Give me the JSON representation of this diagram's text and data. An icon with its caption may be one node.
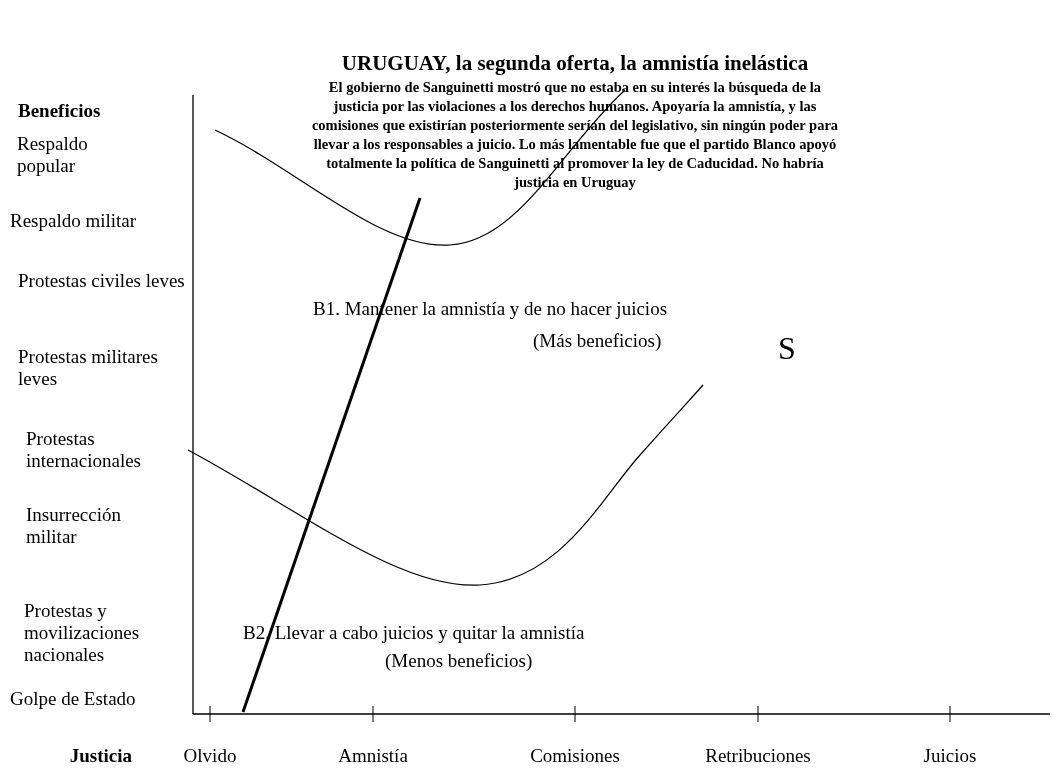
{
  "diagram": {
    "title": "URUGUAY, la segunda oferta, la amnistía inelástica",
    "labels": [
      "El gobierno de Sanguinetti mostró que no estaba en su interés la búsqueda de la justicia por las violaciones a los derechos humanos. Apoyaría la amnistía, y las comisiones que existirían posteriormente serían del legislativo, sin ningún poder para llevar a los responsables a juicio. Lo más lamentable fue que el partido Blanco apoyó totalmente la política de Sanguinetti al promover la ley de Caducidad. No habría justicia en Uruguay",
      "Beneficios",
      "Respaldo popular",
      "Respaldo militar",
      "Protestas civiles leves",
      "Protestas militares leves",
      "Protestas internacionales",
      "Insurrección militar",
      "Protestas y movilizaciones nacionales",
      "Golpe de Estado",
      "B1. Mantener la amnistía y de no hacer juicios",
      "(Más beneficios)",
      "S",
      "B2. Llevar a cabo juicios y quitar la amnistía",
      "(Menos beneficios)",
      "Justicia",
      "Olvido",
      "Amnistía",
      "Comisiones",
      "Retribuciones",
      "Juicios"
    ]
  }
}
